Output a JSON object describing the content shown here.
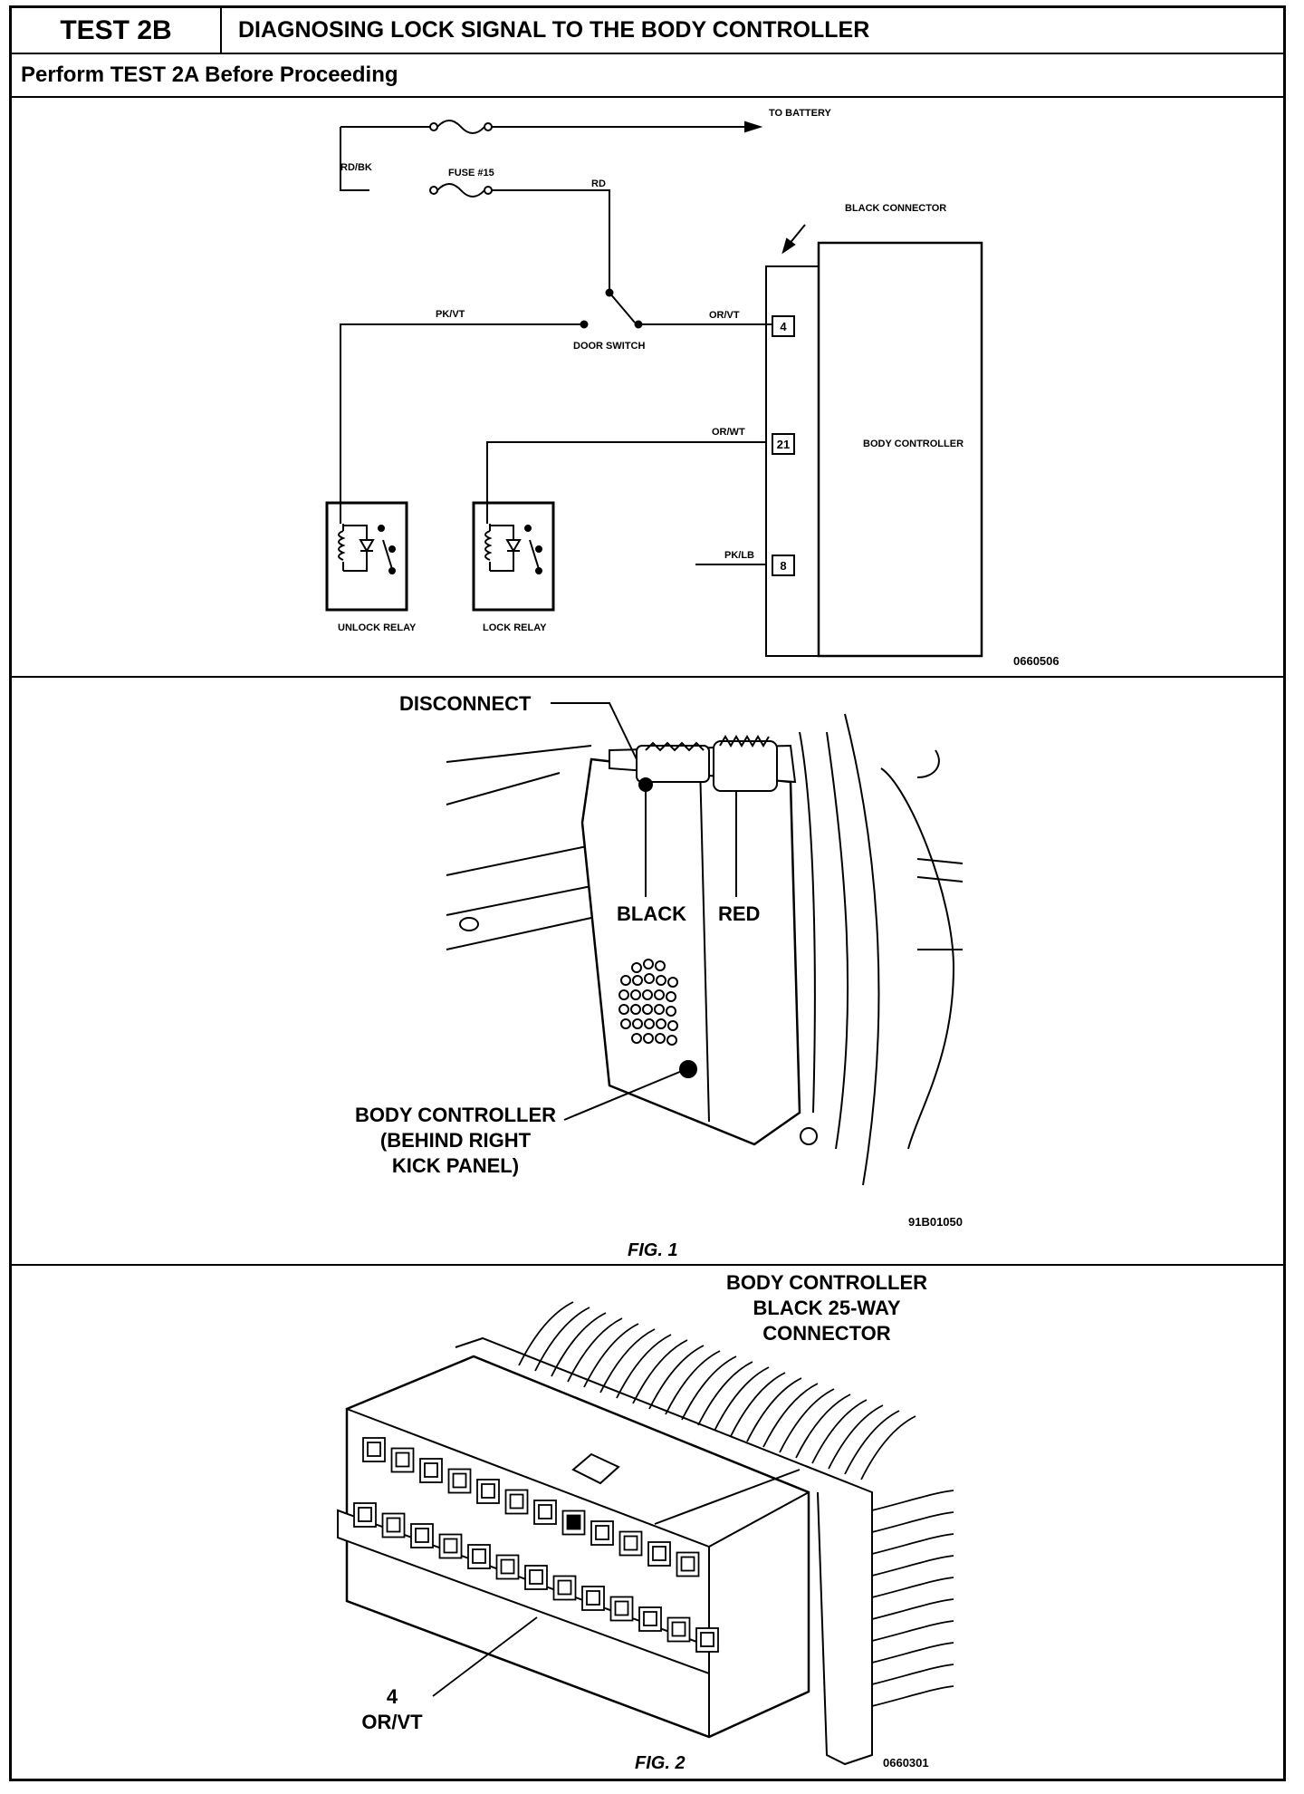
{
  "header": {
    "test_id": "TEST 2B",
    "title": "DIAGNOSING LOCK SIGNAL TO THE BODY CONTROLLER",
    "prerequisite": "Perform TEST 2A Before Proceeding"
  },
  "schematic": {
    "to_battery": "TO BATTERY",
    "wire_rd_bk": "RD/BK",
    "fuse_label": "FUSE #15",
    "wire_rd": "RD",
    "black_connector": "BLACK CONNECTOR",
    "wire_pk_vt": "PK/VT",
    "door_switch": "DOOR SWITCH",
    "wire_or_vt": "OR/VT",
    "wire_or_wt": "OR/WT",
    "wire_pk_lb": "PK/LB",
    "pins": [
      "4",
      "21",
      "8"
    ],
    "body_controller": "BODY CONTROLLER",
    "unlock_relay": "UNLOCK RELAY",
    "lock_relay": "LOCK RELAY",
    "code": "0660506"
  },
  "fig1": {
    "disconnect": "DISCONNECT",
    "black": "BLACK",
    "red": "RED",
    "body_controller": "BODY CONTROLLER",
    "location_line1": "(BEHIND RIGHT",
    "location_line2": "KICK PANEL)",
    "code": "91B01050",
    "caption": "FIG. 1"
  },
  "fig2": {
    "title_line1": "BODY CONTROLLER",
    "title_line2": "BLACK 25-WAY",
    "title_line3": "CONNECTOR",
    "pin_number": "4",
    "pin_wire": "OR/VT",
    "caption": "FIG. 2",
    "code": "0660301"
  }
}
